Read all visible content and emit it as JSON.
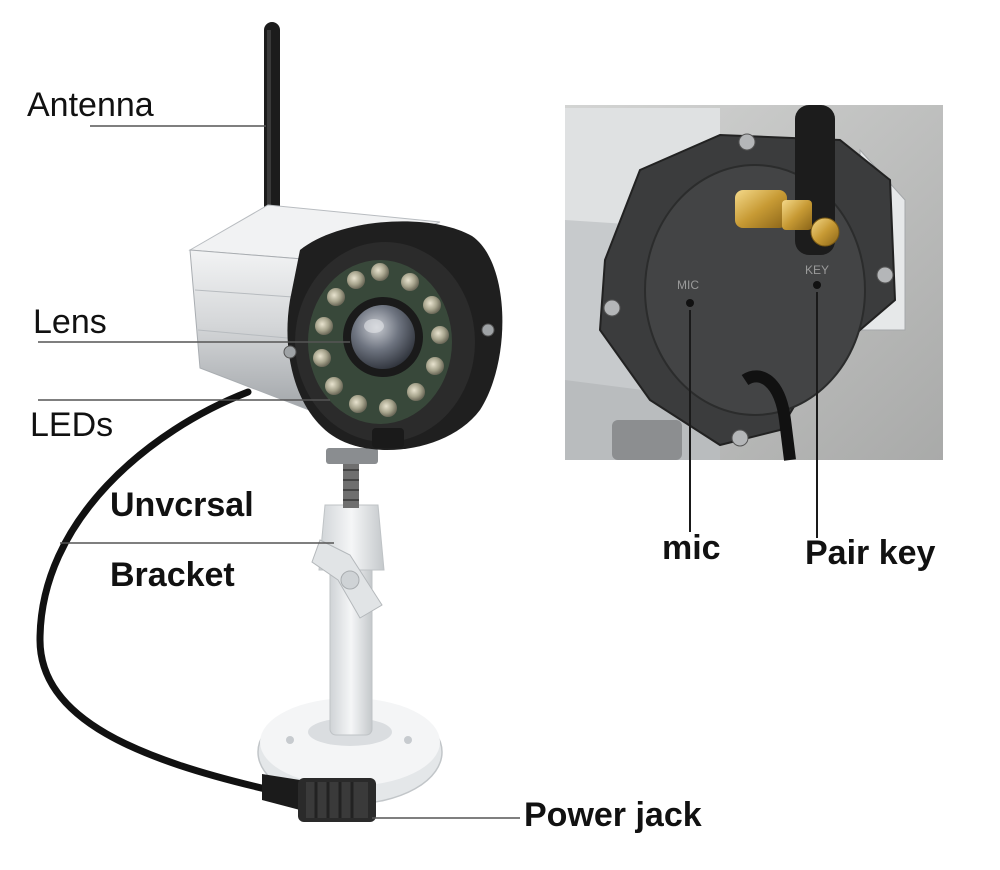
{
  "labels": {
    "antenna": "Antenna",
    "lens": "Lens",
    "leds": "LEDs",
    "bracket_line1": "Unvcrsal",
    "bracket_line2": "Bracket",
    "power_jack": "Power jack",
    "mic": "mic",
    "pair_key": "Pair key"
  },
  "inset": {
    "mic_engraving": "MIC",
    "key_engraving": "KEY"
  },
  "colors": {
    "leader_line": "#555555",
    "label_text": "#111111",
    "camera_housing": "#d8dadc",
    "camera_black": "#222222",
    "inset_background": "#bfc0bf"
  }
}
